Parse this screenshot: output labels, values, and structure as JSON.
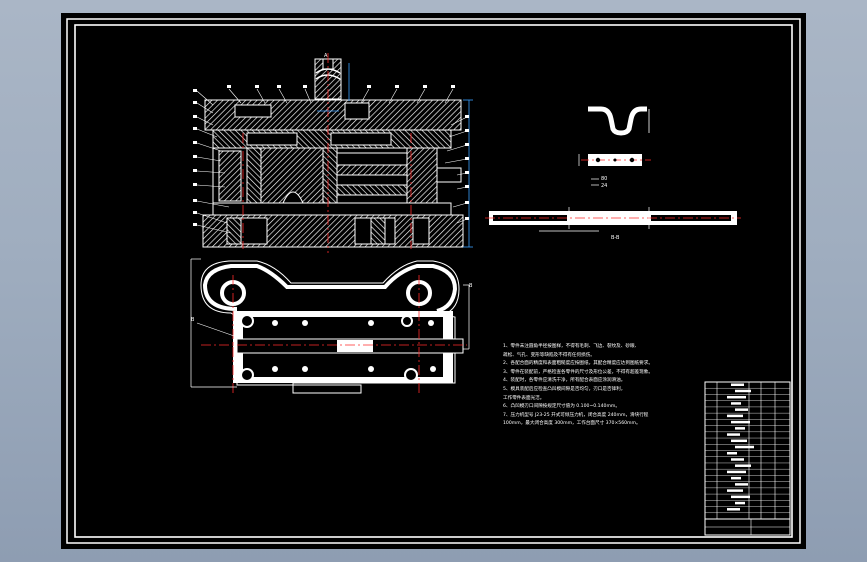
{
  "drawing": {
    "colors": {
      "background": "#000000",
      "frame": "#ffffff",
      "centerline": "#ff2b2b",
      "dimension": "#3aa0ff",
      "hatch": "#ffffff"
    },
    "views": [
      {
        "id": "front-section",
        "description_type": "die-assembly-section"
      },
      {
        "id": "top-view",
        "description_type": "die-plan-view"
      },
      {
        "id": "part-view",
        "description_type": "part-profile"
      },
      {
        "id": "strip-layout",
        "description_type": "strip"
      }
    ],
    "labels": {
      "side_label_A": "A",
      "side_label_B": "B",
      "strip_caption": "B-B",
      "part_dim_1": "80",
      "part_dim_2": "24"
    },
    "tech_notes": [
      "1、零件未注圆角半径按图样，不得有毛刺、飞边、裂纹及、砂眼、",
      "疏松、气孔、变形等缺陷及不得有任何损伤。",
      "2、各配合面的精度和表面粗糙度应按图纸，其配合精度应达到图纸要求。",
      "3、零件在装配前，严格检查各零件的尺寸及形位公差，不得有超差现象。",
      "4、装配时，各零件应清洗干净，所有配合表面应涂润滑油。",
      "5、模具装配后应检查凸凹模间隙是否均匀，刃口是否锋利，",
      "工作零件表面光洁。",
      "6、凸凹模刃口间隙按规定尺寸值为 0.100~0.140mm。",
      "7、压力机型号 J23-25 开式可倾压力机，闭合高度 240mm，滑块行程",
      "100mm，最大闭合高度 300mm，工作台面尺寸 370×560mm。"
    ],
    "title_block_rows": 22
  }
}
